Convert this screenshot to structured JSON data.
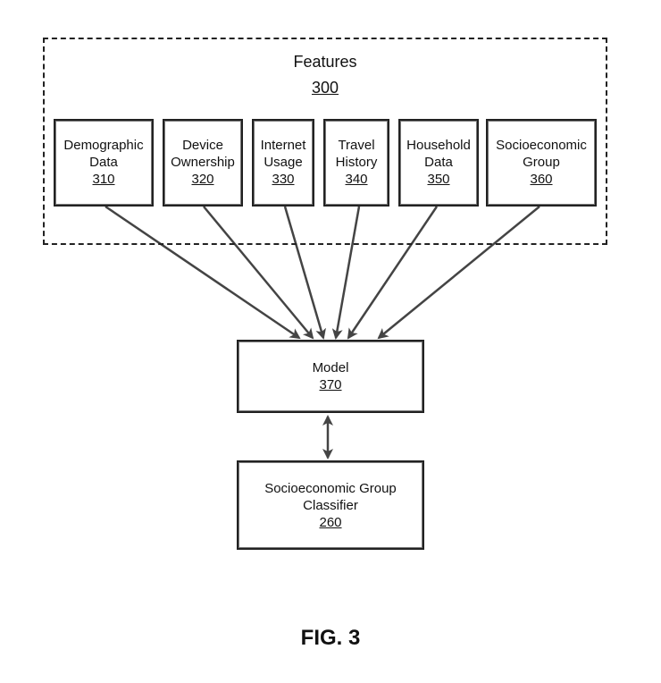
{
  "features": {
    "title": "Features",
    "ref": "300",
    "items": [
      {
        "line1": "Demographic",
        "line2": "Data",
        "ref": "310"
      },
      {
        "line1": "Device",
        "line2": "Ownership",
        "ref": "320"
      },
      {
        "line1": "Internet",
        "line2": "Usage",
        "ref": "330"
      },
      {
        "line1": "Travel",
        "line2": "History",
        "ref": "340"
      },
      {
        "line1": "Household",
        "line2": "Data",
        "ref": "350"
      },
      {
        "line1": "Socioeconomic",
        "line2": "Group",
        "ref": "360"
      }
    ]
  },
  "model": {
    "label": "Model",
    "ref": "370"
  },
  "classifier": {
    "line1": "Socioeconomic Group",
    "line2": "Classifier",
    "ref": "260"
  },
  "figure_label": "FIG. 3",
  "connections": [
    {
      "from": "310",
      "to": "370",
      "direction": "one-way"
    },
    {
      "from": "320",
      "to": "370",
      "direction": "one-way"
    },
    {
      "from": "330",
      "to": "370",
      "direction": "one-way"
    },
    {
      "from": "340",
      "to": "370",
      "direction": "one-way"
    },
    {
      "from": "350",
      "to": "370",
      "direction": "one-way"
    },
    {
      "from": "360",
      "to": "370",
      "direction": "one-way"
    },
    {
      "from": "370",
      "to": "260",
      "direction": "two-way"
    }
  ]
}
